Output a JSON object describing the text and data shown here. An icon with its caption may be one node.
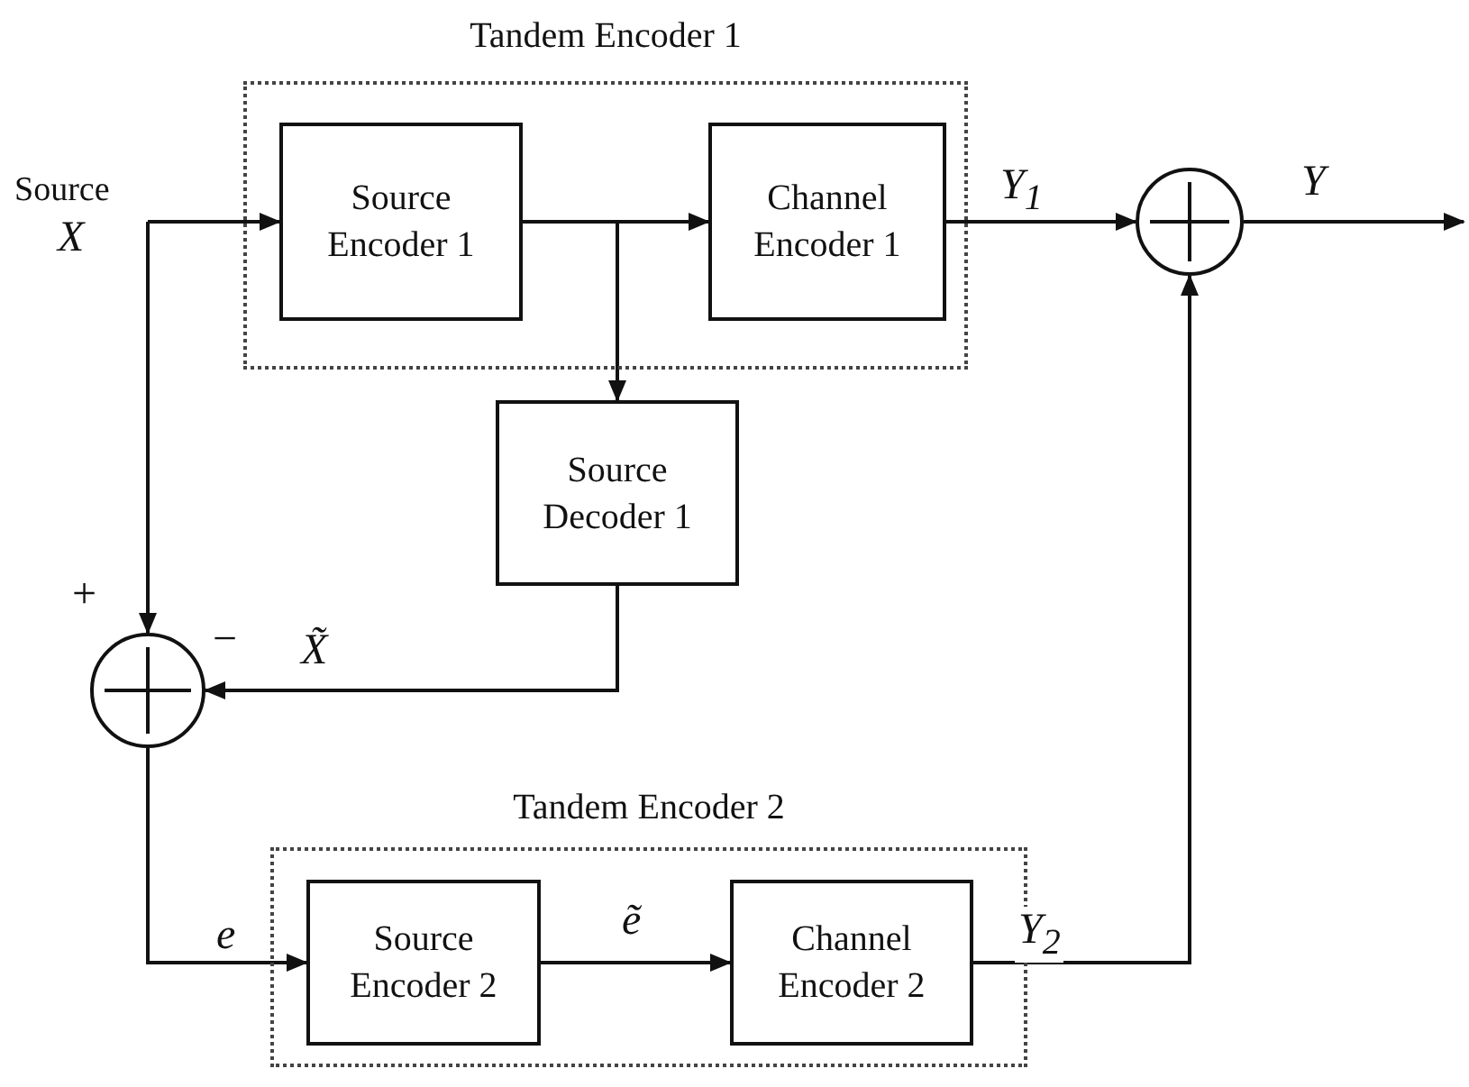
{
  "diagram": {
    "nodes": [
      {
        "text": [
          "Tandem Encoder 1"
        ]
      },
      {
        "text": [
          "Source Encoder 1"
        ],
        "in": 0
      },
      {
        "text": [
          "Channel Encoder 1"
        ],
        "in": 0
      },
      {
        "text": [
          "Source Decoder 1"
        ]
      },
      {
        "text": [],
        "shape": "circle"
      },
      {
        "text": [],
        "shape": "circle",
        "beside": [
          "+",
          "−"
        ]
      },
      {
        "text": [
          "Tandem Encoder 2"
        ]
      },
      {
        "text": [
          "Source Encoder 2"
        ],
        "in": 6
      },
      {
        "text": [
          "Channel Encoder 2"
        ],
        "in": 6
      },
      {
        "text": [
          "Source",
          "X"
        ]
      }
    ],
    "edges": [
      {
        "from": 9,
        "to": 1,
        "arrow": "to"
      },
      {
        "from": 1,
        "to": 2,
        "arrow": "to"
      },
      {
        "from": 1,
        "to": 3,
        "arrow": "to"
      },
      {
        "from": 2,
        "to": 4,
        "arrow": "to",
        "label": "Y$_{1}$"
      },
      {
        "from": 4,
        "to": null,
        "arrow": "to",
        "label": "Y"
      },
      {
        "from": 9,
        "to": 5,
        "arrow": "to"
      },
      {
        "from": 3,
        "to": 5,
        "arrow": "to",
        "label": "X̃"
      },
      {
        "from": 5,
        "to": 7,
        "arrow": "to",
        "label": "e"
      },
      {
        "from": 7,
        "to": 8,
        "arrow": "to",
        "label": "ẽ"
      },
      {
        "from": 8,
        "to": 4,
        "arrow": "to",
        "label": "Y$_{2}$"
      }
    ]
  }
}
